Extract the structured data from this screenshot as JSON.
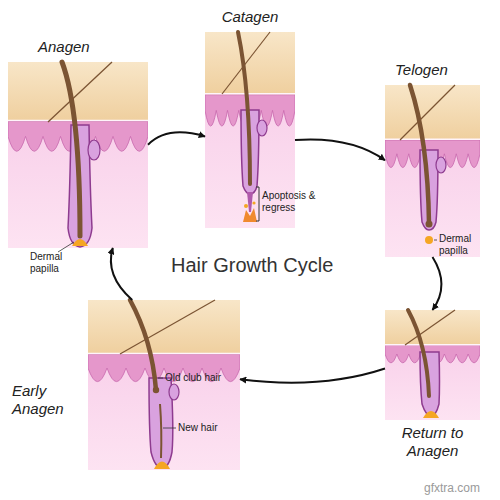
{
  "diagram": {
    "title": "Hair Growth Cycle",
    "nodes": [
      {
        "text": [
          "Anagen"
        ]
      },
      {
        "text": [
          "Catagen"
        ]
      },
      {
        "text": [
          "Telogen"
        ]
      },
      {
        "text": [
          "Return to Anagen"
        ]
      },
      {
        "text": [
          "Early Anagen"
        ]
      }
    ],
    "edges": [
      {
        "from": 0,
        "to": 1,
        "arrow": "to"
      },
      {
        "from": 1,
        "to": 2,
        "arrow": "to"
      },
      {
        "from": 2,
        "to": 3,
        "arrow": "to"
      },
      {
        "from": 3,
        "to": 4,
        "arrow": "to"
      },
      {
        "from": 4,
        "to": 0,
        "arrow": "to"
      }
    ],
    "labels": [
      "Dermal papilla",
      "Apoptosis & regress",
      "Dermal papilla",
      "Old club hair",
      "New hair",
      "gfxtra.com"
    ]
  }
}
